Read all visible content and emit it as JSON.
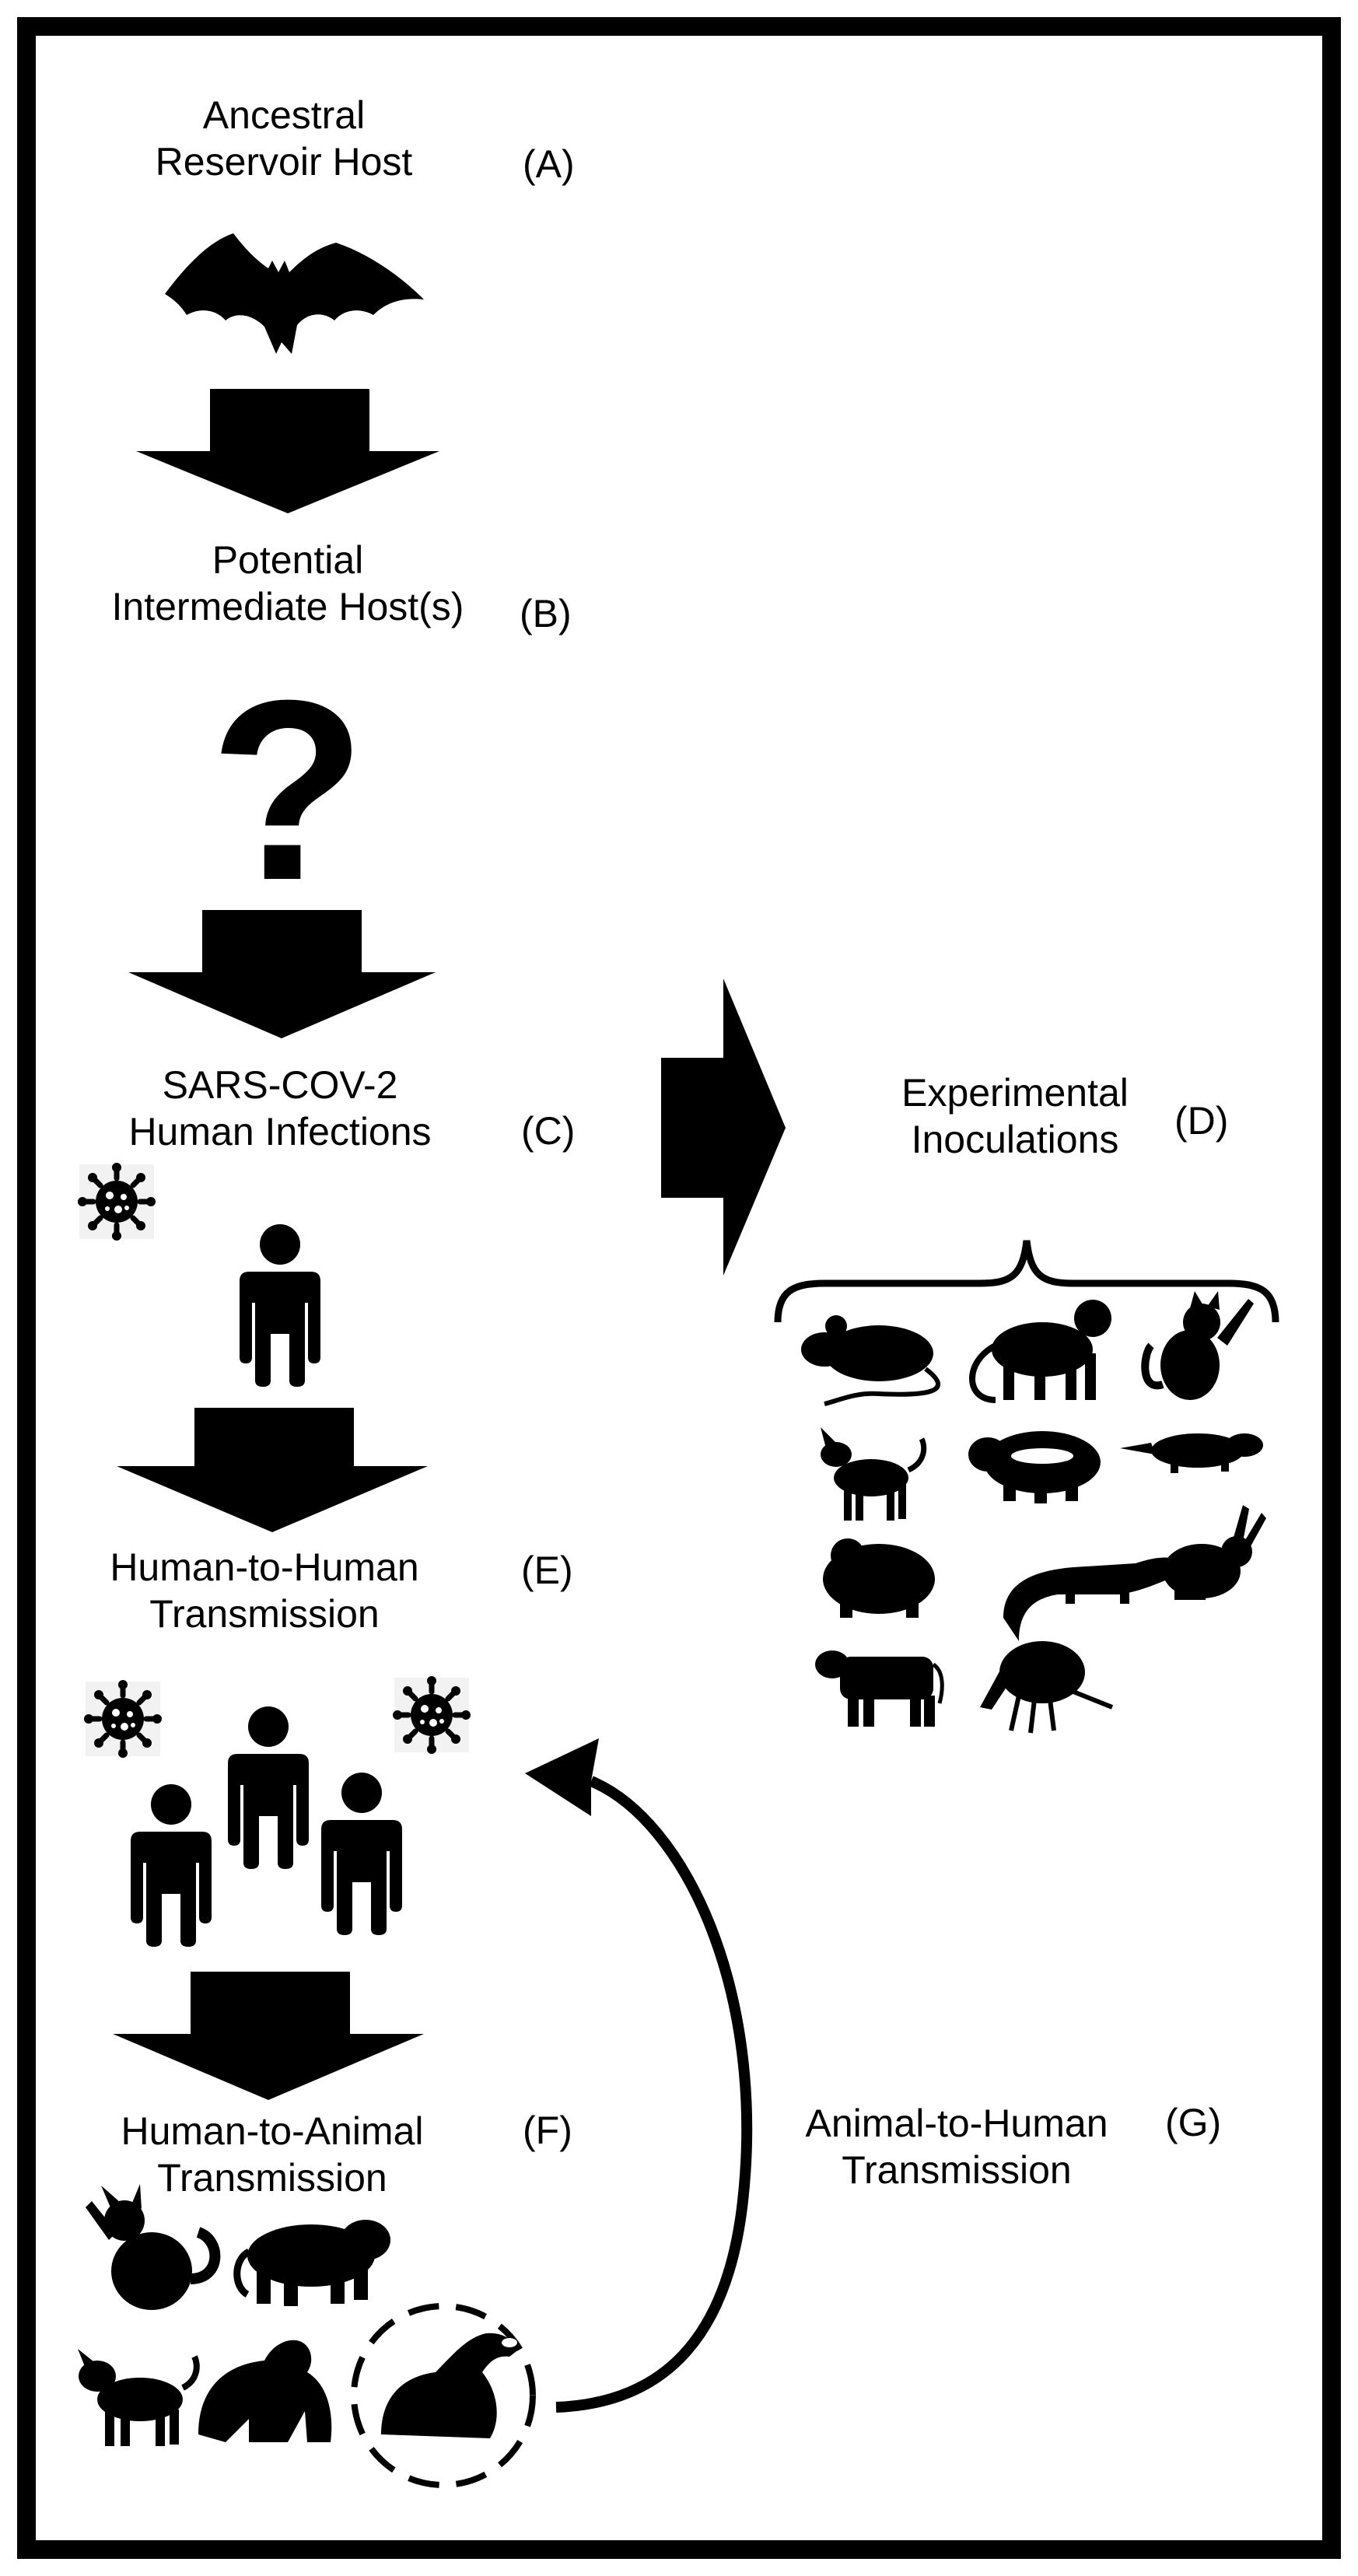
{
  "steps": {
    "a": {
      "line1": "Ancestral",
      "line2": "Reservoir Host",
      "tag": "(A)"
    },
    "b": {
      "line1": "Potential",
      "line2": "Intermediate Host(s)",
      "tag": "(B)",
      "glyph": "?"
    },
    "c": {
      "line1": "SARS-COV-2",
      "line2": "Human Infections",
      "tag": "(C)"
    },
    "d": {
      "line1": "Experimental",
      "line2": "Inoculations",
      "tag": "(D)"
    },
    "e": {
      "line1": "Human-to-Human",
      "line2": "Transmission",
      "tag": "(E)"
    },
    "f": {
      "line1": "Human-to-Animal",
      "line2": "Transmission",
      "tag": "(F)"
    },
    "g": {
      "line1": "Animal-to-Human",
      "line2": "Transmission",
      "tag": "(G)"
    }
  },
  "icons": {
    "reservoir": "bat-icon",
    "virus": "virus-icon",
    "human": "person-icon",
    "inoculation_animals": [
      "mouse-icon",
      "monkey-icon",
      "cat-icon",
      "dog-icon",
      "raccoon-dog-icon",
      "hamster-icon",
      "guinea-pig-icon",
      "ferret-icon",
      "rabbit-icon",
      "cow-icon",
      "shrew-icon"
    ],
    "infected_animals": [
      "cat-icon",
      "tiger-icon",
      "dog-icon",
      "gorilla-icon",
      "mink-icon"
    ]
  },
  "colors": {
    "ink": "#000000",
    "background": "#ffffff"
  }
}
